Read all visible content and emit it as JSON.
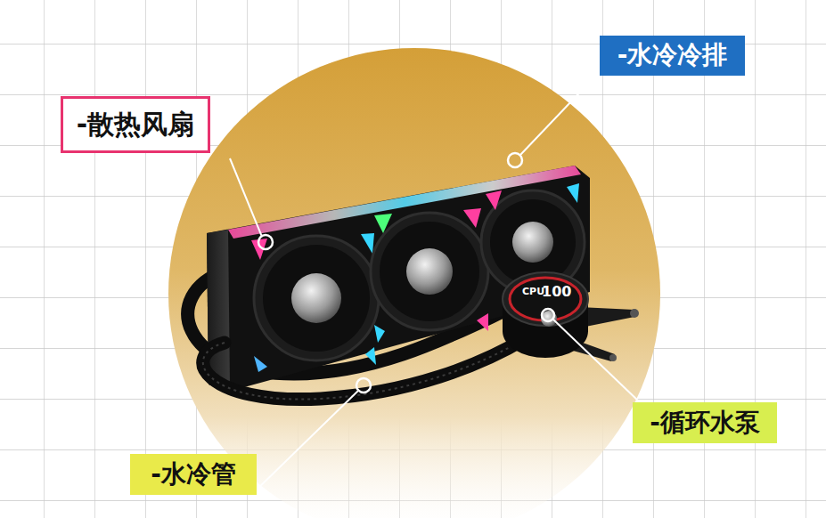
{
  "diagram": {
    "nodes": [
      {
        "text": [
          "-水冷冷排"
        ]
      },
      {
        "text": [
          "-散热风扇"
        ]
      },
      {
        "text": [
          "-循环水泵"
        ]
      },
      {
        "text": [
          "-水冷管"
        ]
      }
    ],
    "labels": [
      "CPU",
      "100"
    ]
  }
}
